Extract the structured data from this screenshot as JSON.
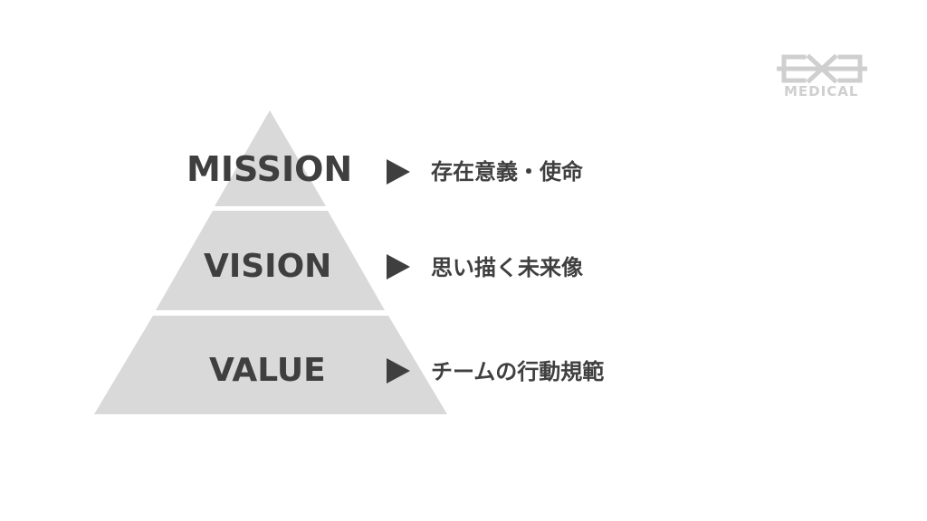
{
  "logo": {
    "text": "MEDICAL",
    "mark": "EXE-logo-mark"
  },
  "tiers": [
    {
      "title": "MISSION",
      "description": "存在意義・使命"
    },
    {
      "title": "VISION",
      "description": "思い描く未来像"
    },
    {
      "title": "VALUE",
      "description": "チームの行動規範"
    }
  ],
  "colors": {
    "pyramid_fill": "#d9d9d9",
    "text": "#3f3f3f",
    "logo": "#cfcfcf",
    "background": "#ffffff"
  }
}
